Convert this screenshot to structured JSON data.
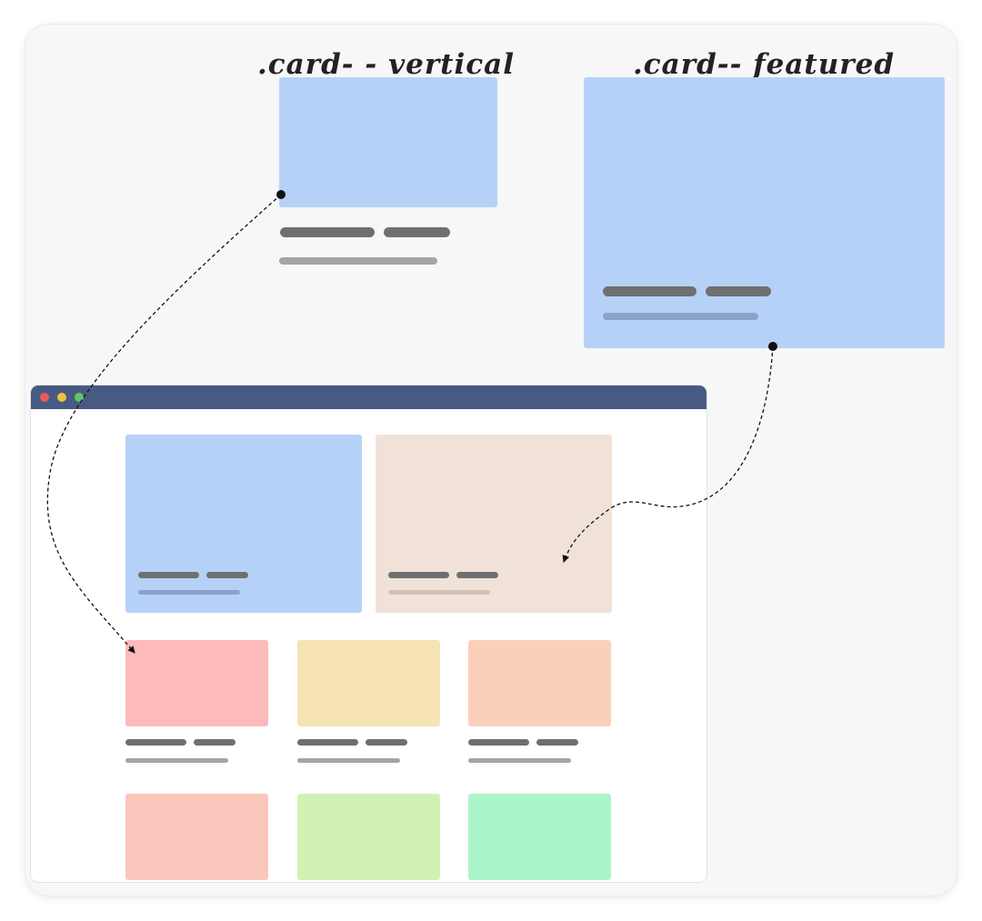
{
  "labels": {
    "vertical": ".card- - vertical",
    "featured": ".card-- featured"
  },
  "colors": {
    "card_blue": "#b6d1f8",
    "card_peach": "#f1e2d9",
    "card_pink": "#fdbabb",
    "card_yellow": "#f6e3b6",
    "card_orange": "#fbd0bb",
    "card_salmon": "#f9c7bb",
    "card_lime": "#cff2b4",
    "card_mint": "#abf6c9",
    "titlebar": "#475a83",
    "dot_red": "#ec5b5b",
    "dot_yellow": "#f0c23c",
    "dot_green": "#5fc76a",
    "text_bar": "#6f6f6f",
    "meta_bar": "#a5a5a5"
  },
  "browser": {
    "window_controls": [
      "close-dot",
      "minimize-dot",
      "maximize-dot"
    ],
    "featured_cards": [
      {
        "name": "featured-card-blue",
        "color": "#b6d1f8",
        "meta_color": "#8aa3c6"
      },
      {
        "name": "featured-card-peach",
        "color": "#f1e2d9",
        "meta_color": "#d4c1b5"
      }
    ],
    "vertical_cards": [
      {
        "name": "vertical-card-pink",
        "color": "#fdbabb"
      },
      {
        "name": "vertical-card-yellow",
        "color": "#f6e3b6"
      },
      {
        "name": "vertical-card-orange",
        "color": "#fbd0bb"
      },
      {
        "name": "vertical-card-salmon",
        "color": "#f9c7bb"
      },
      {
        "name": "vertical-card-lime",
        "color": "#cff2b4"
      },
      {
        "name": "vertical-card-mint",
        "color": "#abf6c9"
      }
    ]
  },
  "connectors": [
    {
      "name": "arrow-vertical-to-grid",
      "from": "card-vertical",
      "to": "vertical-card-pink"
    },
    {
      "name": "arrow-featured-to-grid",
      "from": "card-featured",
      "to": "featured-card-peach"
    }
  ]
}
